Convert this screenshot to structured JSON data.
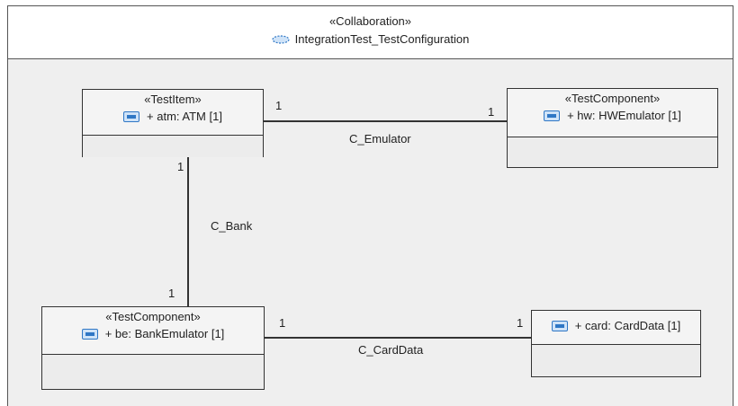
{
  "collaboration": {
    "stereotype": "«Collaboration»",
    "name": "IntegrationTest_TestConfiguration",
    "icon": "collaboration-icon"
  },
  "parts": [
    {
      "id": "atm",
      "stereotype": "«TestItem»",
      "attribute": "+ atm: ATM [1]",
      "icon": "property-icon"
    },
    {
      "id": "hw",
      "stereotype": "«TestComponent»",
      "attribute": "+ hw: HWEmulator [1]",
      "icon": "property-icon"
    },
    {
      "id": "be",
      "stereotype": "«TestComponent»",
      "attribute": "+ be: BankEmulator [1]",
      "icon": "property-icon"
    },
    {
      "id": "card",
      "stereotype": "",
      "attribute": "+ card: CardData [1]",
      "icon": "property-icon"
    }
  ],
  "connectors": [
    {
      "name": "C_Emulator",
      "from": "atm",
      "to": "hw",
      "from_mult": "1",
      "to_mult": "1"
    },
    {
      "name": "C_Bank",
      "from": "atm",
      "to": "be",
      "from_mult": "1",
      "to_mult": "1"
    },
    {
      "name": "C_CardData",
      "from": "be",
      "to": "card",
      "from_mult": "1",
      "to_mult": "1"
    }
  ],
  "colors": {
    "icon_blue": "#2f77c5",
    "frame_bg": "#efefef",
    "border": "#333333"
  }
}
